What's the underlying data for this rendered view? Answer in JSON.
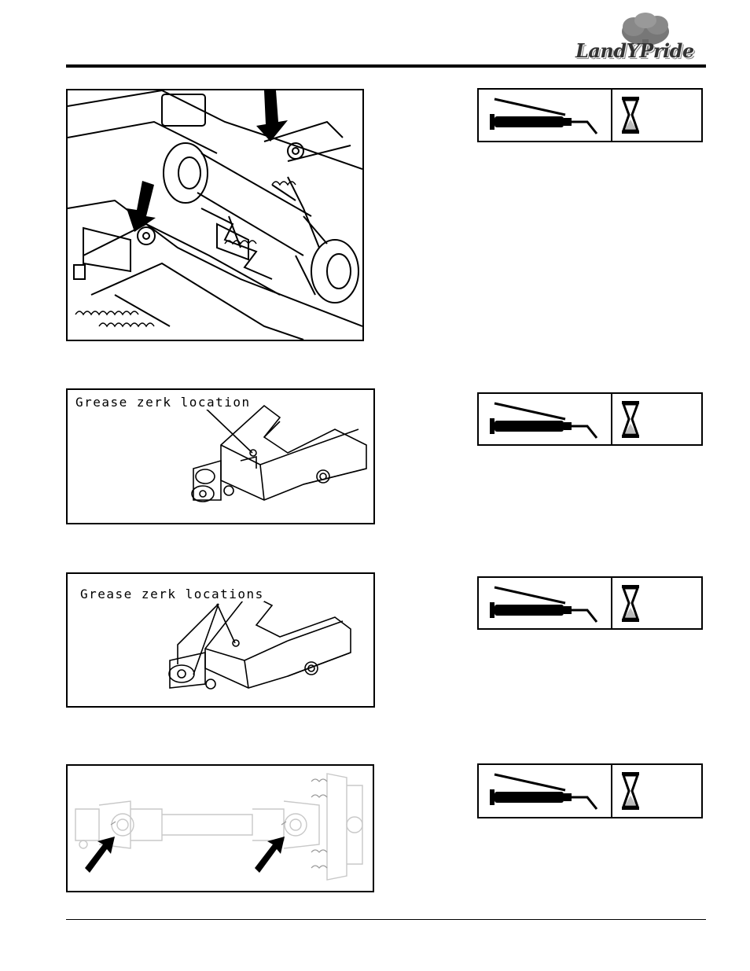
{
  "header": {
    "logo_text": "LandYPride"
  },
  "figures": [
    {
      "id": "pto-hitch-pins",
      "callout": ""
    },
    {
      "id": "tongue-single",
      "callout": "Grease zerk location"
    },
    {
      "id": "tongue-double",
      "callout": "Grease zerk locations"
    },
    {
      "id": "driveline-u-joints",
      "callout": ""
    }
  ],
  "lube_icons": [
    {
      "gun": "grease-gun-icon",
      "interval": "hourglass-icon"
    },
    {
      "gun": "grease-gun-icon",
      "interval": "hourglass-icon"
    },
    {
      "gun": "grease-gun-icon",
      "interval": "hourglass-icon"
    },
    {
      "gun": "grease-gun-icon",
      "interval": "hourglass-icon"
    }
  ],
  "colors": {
    "ink": "#000000",
    "logo_gray": "#555555"
  }
}
